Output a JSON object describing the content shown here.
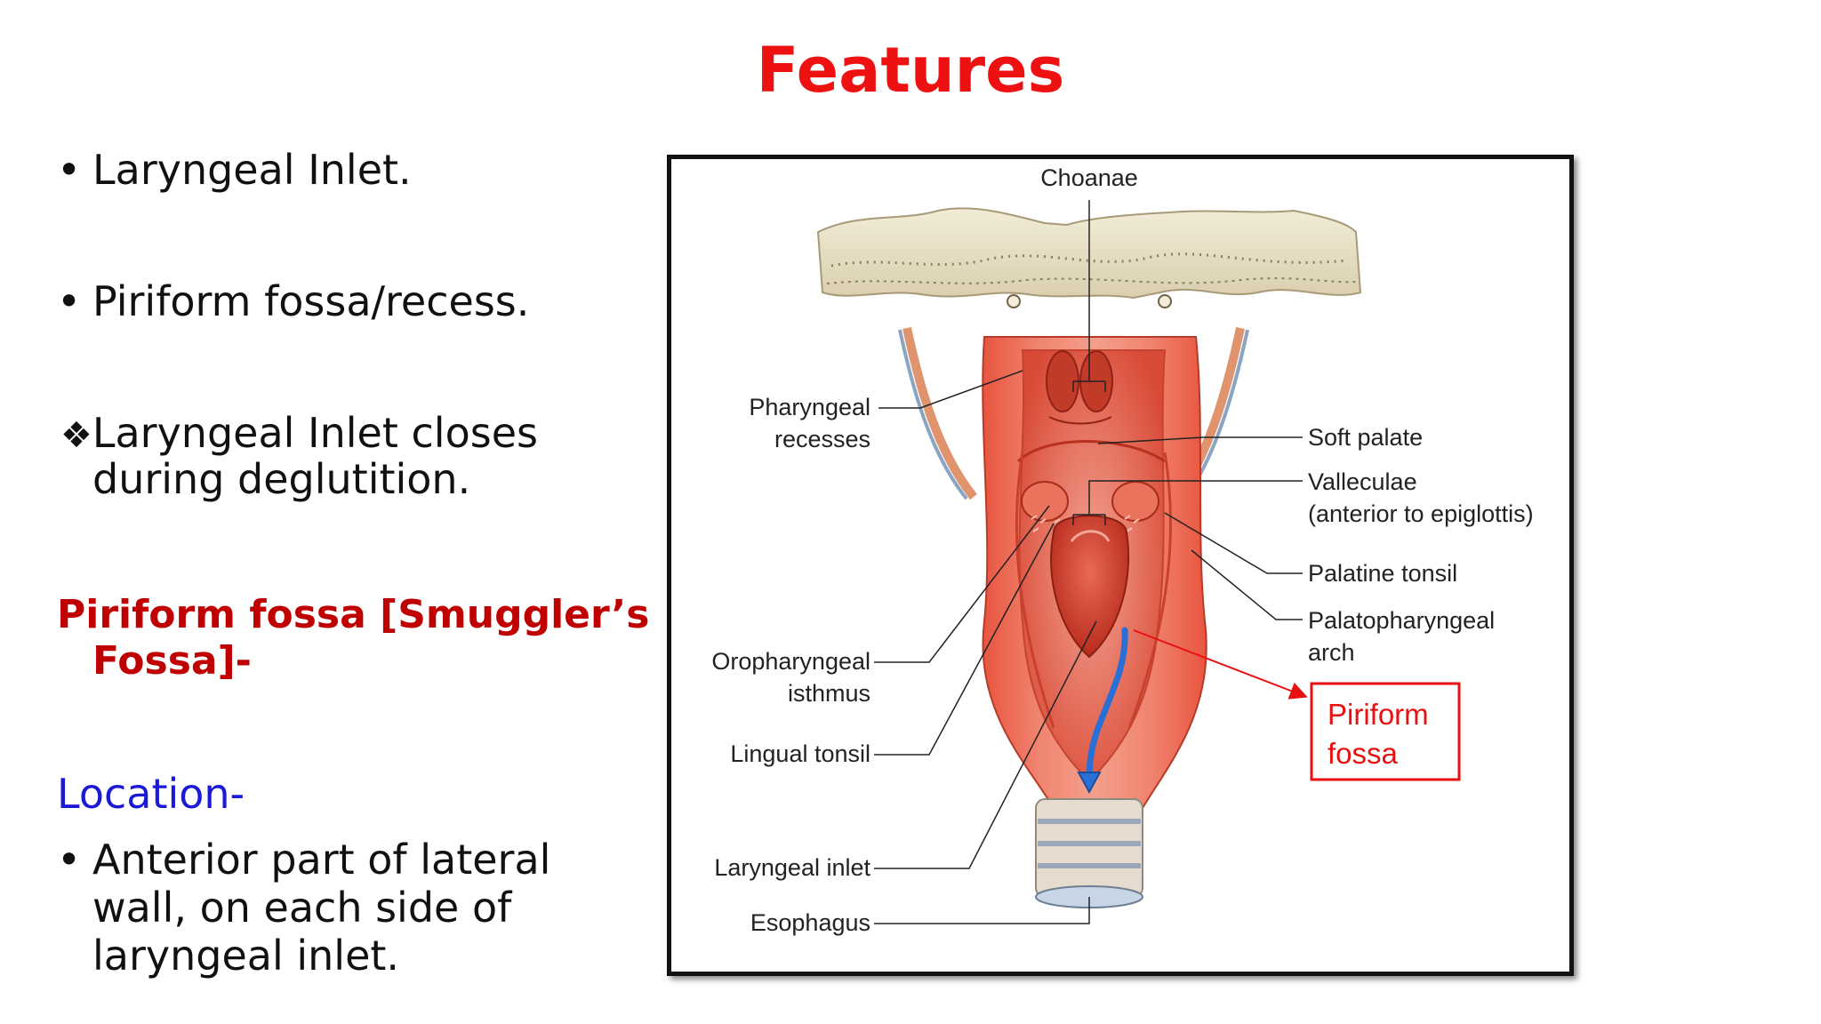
{
  "slide": {
    "title": "Features",
    "bullets": [
      {
        "marker": "•",
        "text": "Laryngeal Inlet."
      },
      {
        "marker": "•",
        "text": "Piriform fossa/recess."
      }
    ],
    "diamond_bullet": {
      "marker": "❖",
      "line1": "Laryngeal Inlet closes",
      "line2": "during deglutition."
    },
    "heading_red": {
      "line1": "Piriform fossa [Smuggler’s",
      "line2": "Fossa]-"
    },
    "heading_blue": "Location-",
    "location_bullet": {
      "marker": "•",
      "line1": "Anterior part of lateral",
      "line2": "wall, on each side of",
      "line3": "laryngeal inlet."
    }
  },
  "figure": {
    "labels": {
      "choanae": "Choanae",
      "pharyngeal_recesses_1": "Pharyngeal",
      "pharyngeal_recesses_2": "recesses",
      "soft_palate": "Soft palate",
      "valleculae_1": "Valleculae",
      "valleculae_2": "(anterior to epiglottis)",
      "palatine_tonsil": "Palatine tonsil",
      "palatopharyngeal_1": "Palatopharyngeal",
      "palatopharyngeal_2": "arch",
      "oropharyngeal_1": "Oropharyngeal",
      "oropharyngeal_2": "isthmus",
      "lingual_tonsil": "Lingual tonsil",
      "laryngeal_inlet": "Laryngeal inlet",
      "esophagus": "Esophagus",
      "piriform_1": "Piriform",
      "piriform_2": "fossa"
    },
    "colors": {
      "title": "#ee1111",
      "heading_red": "#c00000",
      "heading_blue": "#1a1ad6",
      "callout": "#e81010",
      "arrow": "#2a6fd6",
      "tissue": "#e2604c",
      "bone": "#e9e0c6"
    }
  }
}
